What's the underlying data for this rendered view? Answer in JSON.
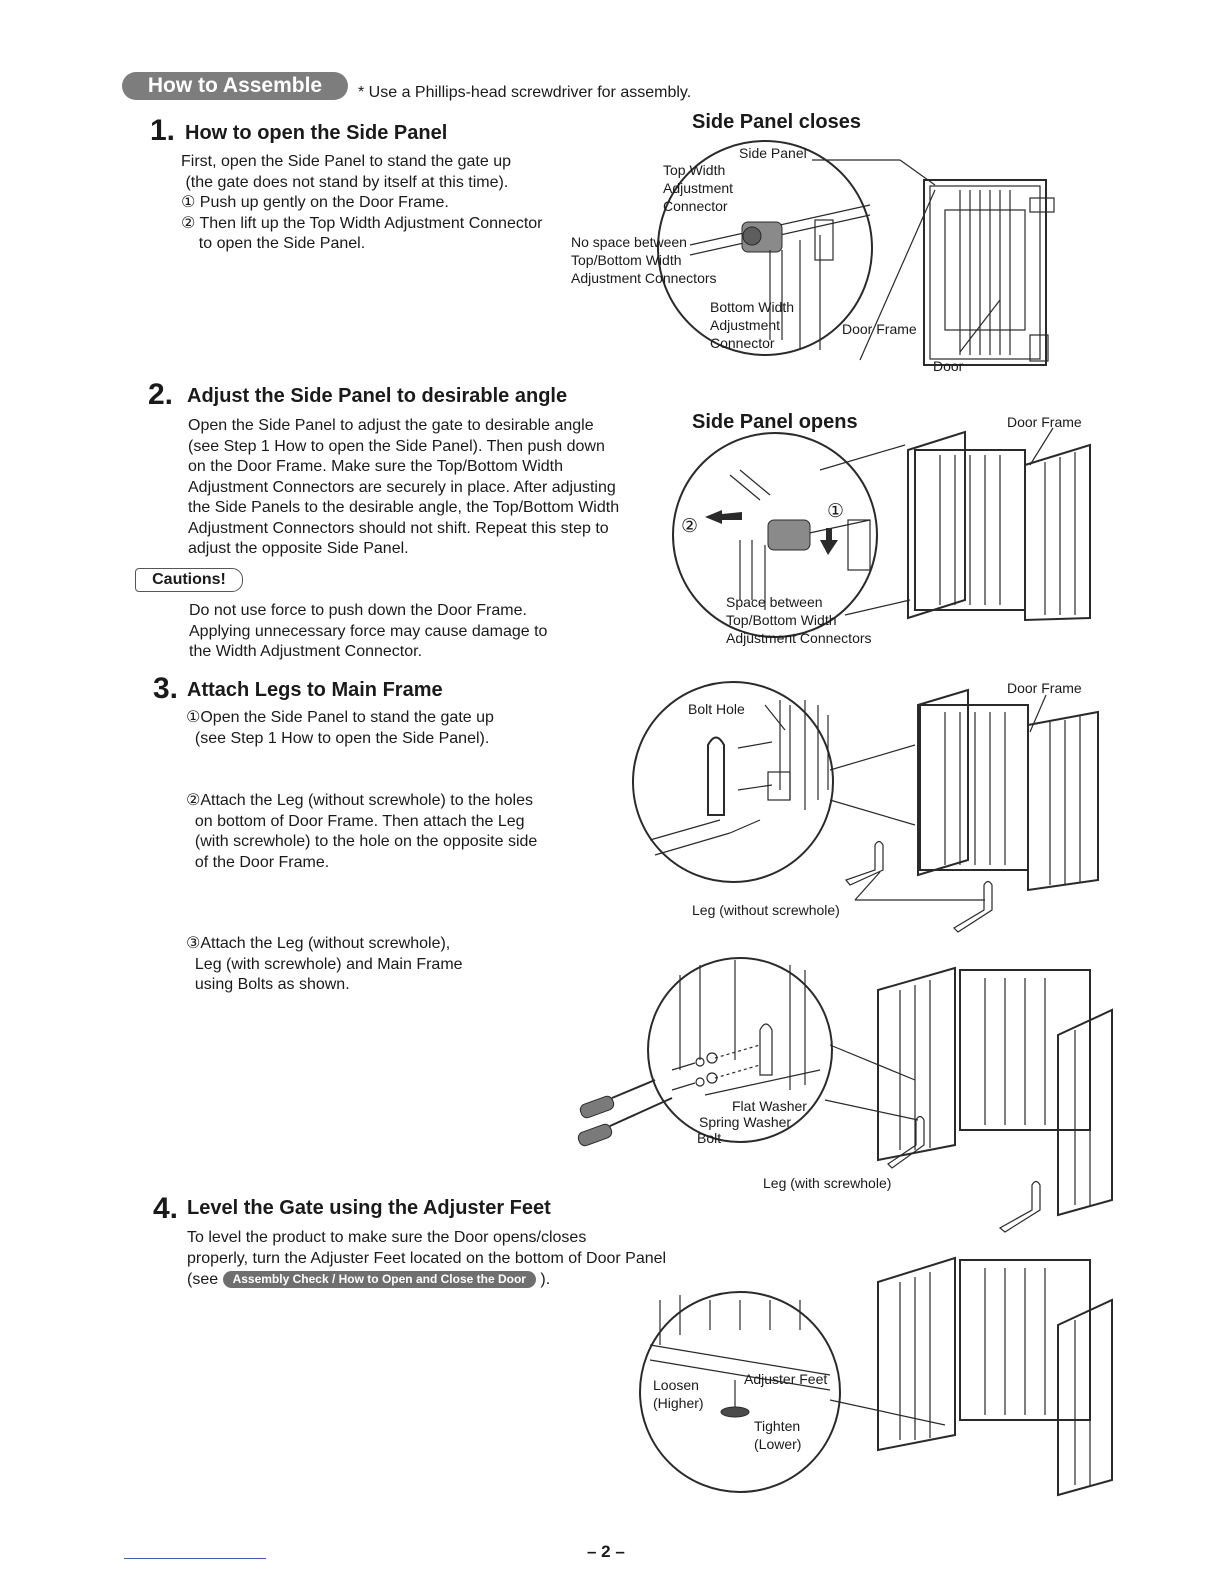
{
  "header": {
    "label": "How to Assemble",
    "note": "* Use a Phillips-head screwdriver for assembly."
  },
  "step1": {
    "num": "1.",
    "title": "How to open the Side Panel",
    "body": "First, open the Side Panel to stand the gate up\n (the gate does not stand by itself at this time).\n① Push up gently on the Door Frame.\n② Then lift up the Top Width Adjustment Connector\n    to open the Side Panel."
  },
  "step2": {
    "num": "2.",
    "title": "Adjust the Side Panel to desirable angle",
    "body": "Open the Side Panel to adjust the gate to desirable angle\n(see Step 1 How to open the Side Panel). Then push down\non the Door Frame. Make sure the Top/Bottom Width\nAdjustment Connectors are securely in place. After adjusting\nthe Side Panels to the desirable angle, the Top/Bottom Width\nAdjustment Connectors should not shift. Repeat this step to\nadjust the opposite Side Panel."
  },
  "cautions": {
    "label": "Cautions!",
    "body": "Do not use force to push down the Door Frame.\nApplying unnecessary force may cause damage to\nthe Width Adjustment Connector."
  },
  "step3": {
    "num": "3.",
    "title": "Attach Legs to Main Frame",
    "body_a": "①Open the Side Panel to stand the gate up\n  (see Step 1 How to open the Side Panel).",
    "body_b": "②Attach the Leg (without screwhole) to the holes\n  on bottom of Door Frame. Then attach the Leg\n  (with screwhole) to the hole on the opposite side\n  of the Door Frame.",
    "body_c": "③Attach the Leg (without screwhole),\n  Leg (with screwhole) and Main Frame\n  using Bolts as shown."
  },
  "step4": {
    "num": "4.",
    "title": "Level the Gate using the Adjuster Feet",
    "body_line1": "To level the product to make sure the Door opens/closes",
    "body_line2": "properly, turn the Adjuster Feet located on the bottom of Door Panel",
    "see_open": "(see",
    "see_pill": "Assembly Check / How to Open and Close the Door",
    "see_close": ")."
  },
  "diagram1": {
    "title": "Side Panel closes",
    "side_panel": "Side Panel",
    "top_width": "Top Width\nAdjustment\nConnector",
    "no_space": "No space between\nTop/Bottom Width\nAdjustment Connectors",
    "bottom_width": "Bottom Width\nAdjustment\nConnector",
    "door_frame": "Door Frame",
    "door": "Door"
  },
  "diagram2": {
    "title": "Side Panel opens",
    "door_frame": "Door Frame",
    "marker1": "①",
    "marker2": "②",
    "space_between": "Space between\nTop/Bottom Width\nAdjustment Connectors"
  },
  "diagram3": {
    "bolt_hole": "Bolt Hole",
    "door_frame": "Door Frame",
    "leg_without": "Leg (without screwhole)"
  },
  "diagram4": {
    "flat_washer": "Flat Washer",
    "spring_washer": "Spring Washer",
    "bolt": "Bolt",
    "leg_with": "Leg (with screwhole)"
  },
  "diagram5": {
    "loosen": "Loosen\n(Higher)",
    "adjuster_feet": "Adjuster Feet",
    "tighten": "Tighten\n(Lower)"
  },
  "footer": {
    "page": "– 2 –"
  }
}
